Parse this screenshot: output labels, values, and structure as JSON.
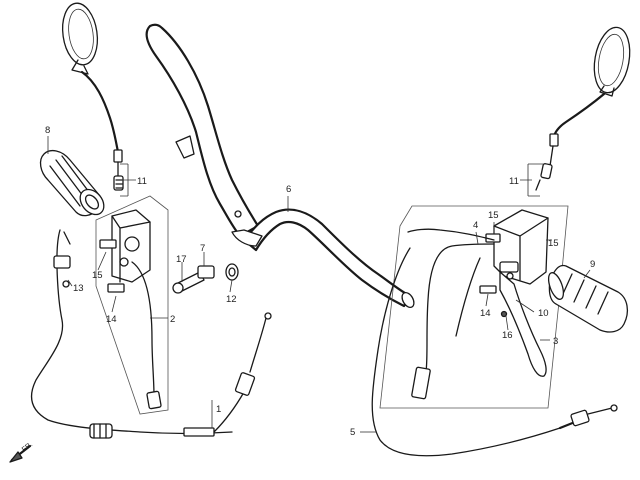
{
  "diagram": {
    "front_marker": "FR.",
    "callouts": [
      {
        "id": "c1",
        "text": "1"
      },
      {
        "id": "c2",
        "text": "2"
      },
      {
        "id": "c3",
        "text": "3"
      },
      {
        "id": "c4",
        "text": "4"
      },
      {
        "id": "c5",
        "text": "5"
      },
      {
        "id": "c6",
        "text": "6"
      },
      {
        "id": "c7",
        "text": "7"
      },
      {
        "id": "c8",
        "text": "8"
      },
      {
        "id": "c9",
        "text": "9"
      },
      {
        "id": "c10",
        "text": "10"
      },
      {
        "id": "c11L",
        "text": "11"
      },
      {
        "id": "c11R",
        "text": "11"
      },
      {
        "id": "c12",
        "text": "12"
      },
      {
        "id": "c13",
        "text": "13"
      },
      {
        "id": "c14L",
        "text": "14"
      },
      {
        "id": "c14R",
        "text": "14"
      },
      {
        "id": "c15L",
        "text": "15"
      },
      {
        "id": "c15R",
        "text": "15"
      },
      {
        "id": "c15R2",
        "text": "15"
      },
      {
        "id": "c16",
        "text": "16"
      },
      {
        "id": "c17",
        "text": "17"
      }
    ]
  }
}
